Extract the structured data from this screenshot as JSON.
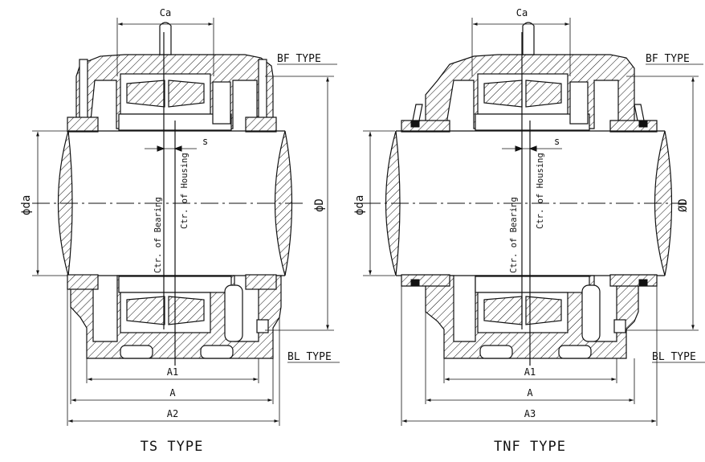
{
  "left": {
    "type_title": "TS TYPE",
    "top_type": "BF TYPE",
    "bottom_type": "BL TYPE",
    "dims": {
      "ca": "Ca",
      "s": "s",
      "da": "ϕda",
      "d": "ϕD",
      "a1": "A1",
      "a": "A",
      "a_outer": "A2"
    },
    "center_bearing": "Ctr. of Bearing",
    "center_housing": "Ctr. of Housing"
  },
  "right": {
    "type_title": "TNF TYPE",
    "top_type": "BF TYPE",
    "bottom_type": "BL TYPE",
    "dims": {
      "ca": "Ca",
      "s": "s",
      "da": "ϕda",
      "d": "ØD",
      "a1": "A1",
      "a": "A",
      "a_outer": "A3"
    },
    "center_bearing": "Ctr. of Bearing",
    "center_housing": "Ctr. of Housing"
  }
}
